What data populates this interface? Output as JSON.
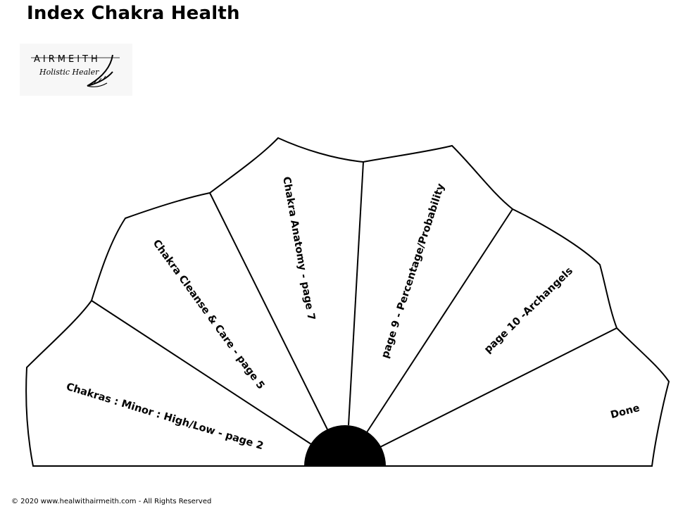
{
  "title": "Index Chakra Health",
  "logo": {
    "brand": "AIRMEITH",
    "tagline": "Holistic Healer"
  },
  "segments": [
    {
      "label": "Chakras : Minor : High/Low - page 2"
    },
    {
      "label": "Chakra Cleanse & Care - page 5"
    },
    {
      "label": "Chakra Anatomy - page 7"
    },
    {
      "label": "page 9 - Percentage/Probability"
    },
    {
      "label": "page 10 -Archangels"
    },
    {
      "label": "Done"
    }
  ],
  "footer": "© 2020 www.healwithairmeith.com - All Rights Reserved",
  "colors": {
    "line": "#000000",
    "hub": "#000000",
    "background": "#ffffff"
  }
}
